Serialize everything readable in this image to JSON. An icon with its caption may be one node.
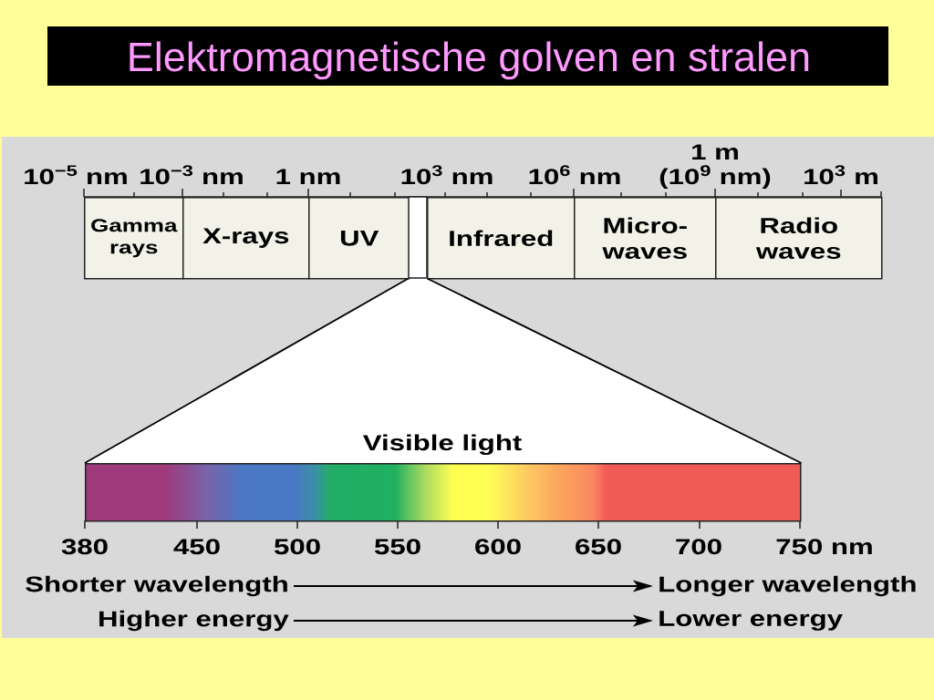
{
  "diagram": {
    "title": "Elektromagnetische golven en stralen",
    "nodes": [
      {
        "text": [
          "Gamma rays"
        ]
      },
      {
        "text": [
          "X-rays"
        ]
      },
      {
        "text": [
          "UV"
        ]
      },
      {
        "text": [],
        "shape": "box"
      },
      {
        "text": [
          "Infrared"
        ]
      },
      {
        "text": [
          "Micro- waves"
        ]
      },
      {
        "text": [
          "Radio waves"
        ]
      },
      {
        "text": [
          "Visible light"
        ]
      },
      {
        "text": [
          "Shorter wavelength"
        ]
      },
      {
        "text": [
          "Longer wavelength"
        ]
      },
      {
        "text": [
          "Higher energy"
        ]
      },
      {
        "text": [
          "Lower energy"
        ]
      }
    ],
    "edges": [
      {
        "from": 3,
        "to": 7,
        "arrow": "none"
      },
      {
        "from": 3,
        "to": 7,
        "arrow": "none"
      },
      {
        "from": 8,
        "to": 9,
        "arrow": "to"
      },
      {
        "from": 10,
        "to": 11,
        "arrow": "to"
      }
    ],
    "labels": [
      "1 m",
      "10$^{−5}$ nm",
      "10$^{−3}$ nm",
      "1 nm",
      "10$^{3}$ nm",
      "10$^{6}$ nm",
      "(10$^{9}$ nm)",
      "10$^{3}$ m",
      "380",
      "450",
      "500",
      "550",
      "600",
      "650",
      "700",
      "750 nm"
    ]
  }
}
